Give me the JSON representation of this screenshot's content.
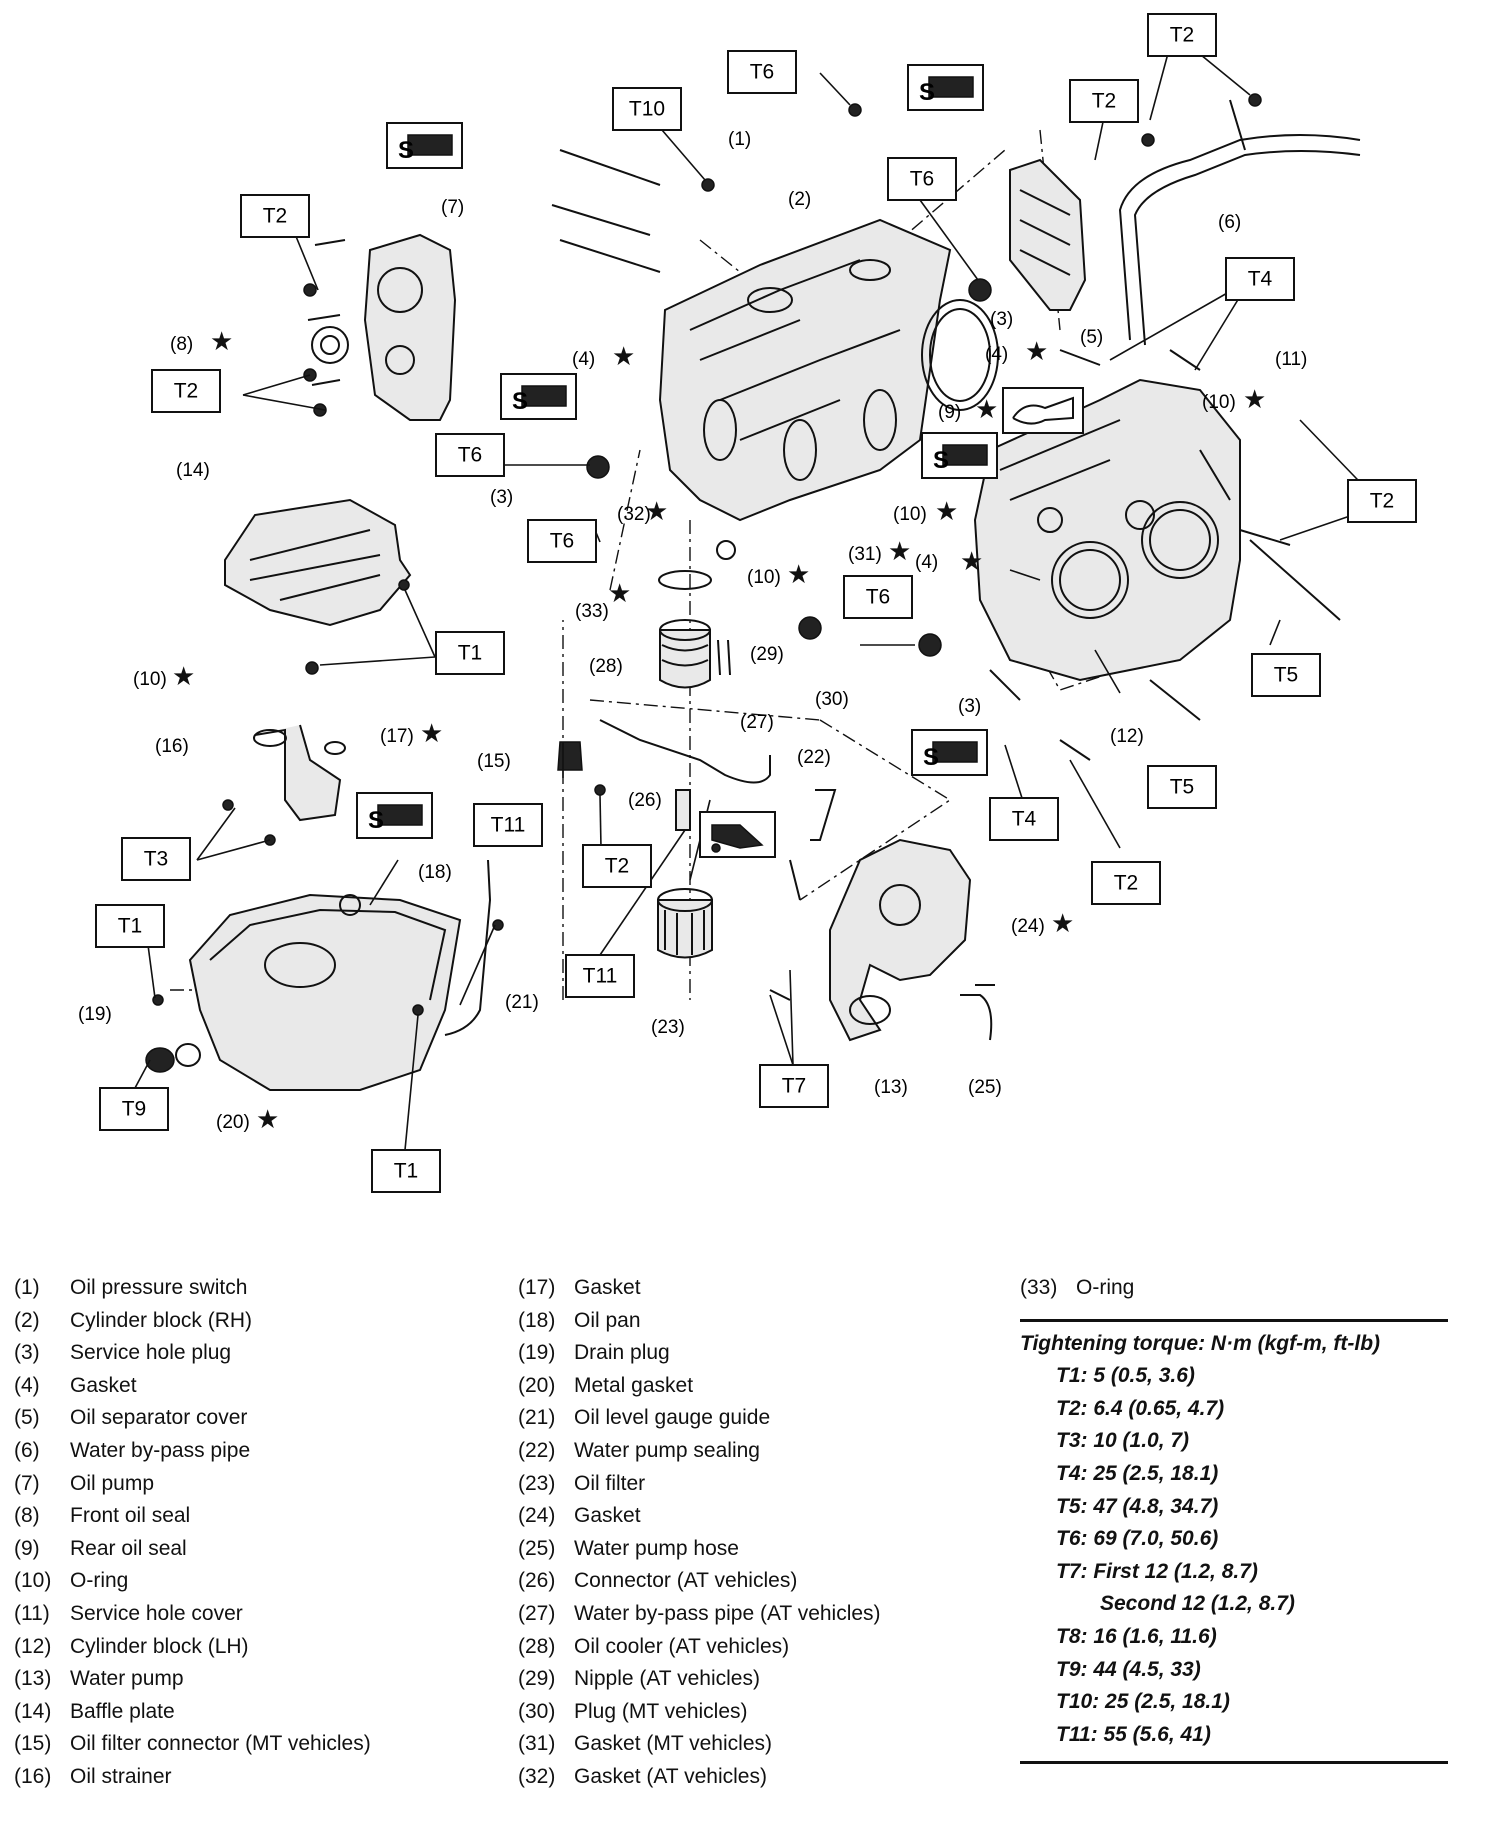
{
  "torque_labels": [
    "T1",
    "T2",
    "T3",
    "T4",
    "T5",
    "T6",
    "T7",
    "T9",
    "T10",
    "T11"
  ],
  "callouts": {
    "c1": "(1)",
    "c2": "(2)",
    "c3": "(3)",
    "c4": "(4)",
    "c5": "(5)",
    "c6": "(6)",
    "c7": "(7)",
    "c8": "(8)",
    "c9": "(9)",
    "c10": "(10)",
    "c11": "(11)",
    "c12": "(12)",
    "c13": "(13)",
    "c14": "(14)",
    "c15": "(15)",
    "c16": "(16)",
    "c17": "(17)",
    "c18": "(18)",
    "c19": "(19)",
    "c20": "(20)",
    "c21": "(21)",
    "c22": "(22)",
    "c23": "(23)",
    "c24": "(24)",
    "c25": "(25)",
    "c26": "(26)",
    "c27": "(27)",
    "c28": "(28)",
    "c29": "(29)",
    "c30": "(30)",
    "c31": "(31)",
    "c32": "(32)",
    "c33": "(33)"
  },
  "legend": {
    "col1": [
      {
        "num": "(1)",
        "name": "Oil pressure switch"
      },
      {
        "num": "(2)",
        "name": "Cylinder block (RH)"
      },
      {
        "num": "(3)",
        "name": "Service hole plug"
      },
      {
        "num": "(4)",
        "name": "Gasket"
      },
      {
        "num": "(5)",
        "name": "Oil separator cover"
      },
      {
        "num": "(6)",
        "name": "Water by-pass pipe"
      },
      {
        "num": "(7)",
        "name": "Oil pump"
      },
      {
        "num": "(8)",
        "name": "Front oil seal"
      },
      {
        "num": "(9)",
        "name": "Rear oil seal"
      },
      {
        "num": "(10)",
        "name": "O-ring"
      },
      {
        "num": "(11)",
        "name": "Service hole cover"
      },
      {
        "num": "(12)",
        "name": "Cylinder block (LH)"
      },
      {
        "num": "(13)",
        "name": "Water pump"
      },
      {
        "num": "(14)",
        "name": "Baffle plate"
      },
      {
        "num": "(15)",
        "name": "Oil filter connector (MT vehicles)"
      },
      {
        "num": "(16)",
        "name": "Oil strainer"
      }
    ],
    "col2": [
      {
        "num": "(17)",
        "name": "Gasket"
      },
      {
        "num": "(18)",
        "name": "Oil pan"
      },
      {
        "num": "(19)",
        "name": "Drain plug"
      },
      {
        "num": "(20)",
        "name": "Metal gasket"
      },
      {
        "num": "(21)",
        "name": "Oil level gauge guide"
      },
      {
        "num": "(22)",
        "name": "Water pump sealing"
      },
      {
        "num": "(23)",
        "name": "Oil filter"
      },
      {
        "num": "(24)",
        "name": "Gasket"
      },
      {
        "num": "(25)",
        "name": "Water pump hose"
      },
      {
        "num": "(26)",
        "name": "Connector (AT vehicles)"
      },
      {
        "num": "(27)",
        "name": "Water by-pass pipe (AT vehicles)"
      },
      {
        "num": "(28)",
        "name": "Oil cooler (AT vehicles)"
      },
      {
        "num": "(29)",
        "name": "Nipple (AT vehicles)"
      },
      {
        "num": "(30)",
        "name": "Plug (MT vehicles)"
      },
      {
        "num": "(31)",
        "name": "Gasket (MT vehicles)"
      },
      {
        "num": "(32)",
        "name": "Gasket (AT vehicles)"
      }
    ],
    "col3": [
      {
        "num": "(33)",
        "name": "O-ring"
      }
    ]
  },
  "torque": {
    "title": "Tightening torque: N·m (kgf-m, ft-lb)",
    "rows": [
      "T1: 5 (0.5, 3.6)",
      "T2: 6.4 (0.65, 4.7)",
      "T3: 10 (1.0, 7)",
      "T4: 25 (2.5, 18.1)",
      "T5: 47 (4.8, 34.7)",
      "T6: 69 (7.0, 50.6)",
      "T7: First 12 (1.2, 8.7)",
      "Second 12 (1.2, 8.7)",
      "T8: 16 (1.6, 11.6)",
      "T9: 44 (4.5, 33)",
      "T10: 25 (2.5, 18.1)",
      "T11: 55 (5.6, 41)"
    ]
  }
}
